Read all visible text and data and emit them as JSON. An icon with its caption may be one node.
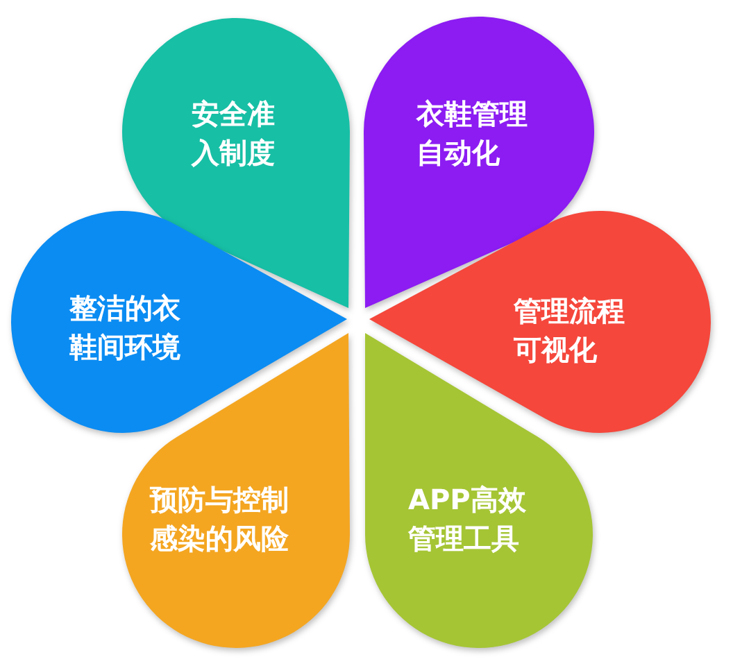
{
  "diagram": {
    "nodes": [
      {
        "text": [
          "安全准入制度"
        ]
      },
      {
        "text": [
          "衣鞋管理自动化"
        ]
      },
      {
        "text": [
          "整洁的衣鞋间环境"
        ]
      },
      {
        "text": [
          "管理流程可视化"
        ]
      },
      {
        "text": [
          "预防与控制感染的风险"
        ]
      },
      {
        "text": [
          "APP高效管理工具"
        ]
      }
    ]
  }
}
